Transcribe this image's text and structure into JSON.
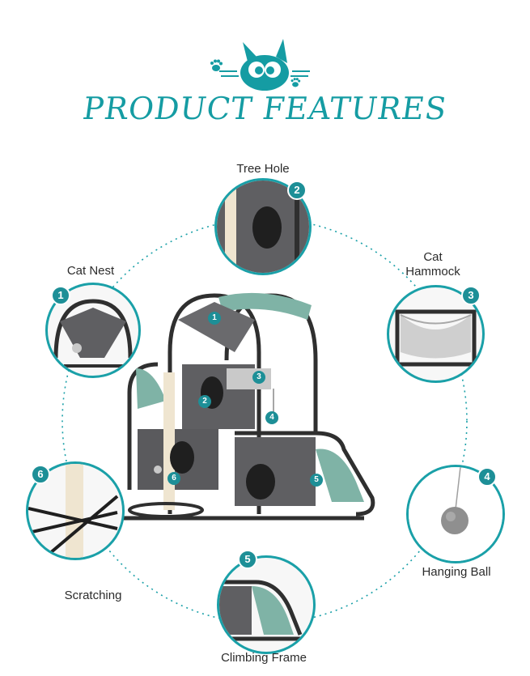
{
  "header": {
    "title": "PRODUCT FEATURES"
  },
  "features": [
    {
      "number": "1",
      "label": "Cat Nest"
    },
    {
      "number": "2",
      "label": "Tree Hole"
    },
    {
      "number": "3",
      "label_line1": "Cat",
      "label_line2": "Hammock"
    },
    {
      "number": "4",
      "label": "Hanging Ball"
    },
    {
      "number": "5",
      "label": "Climbing Frame"
    },
    {
      "number": "6",
      "label": "Scratching"
    }
  ],
  "colors": {
    "accent": "#1aa0a8",
    "frame": "#2f2f2f",
    "fabric_gray": "#5f5f62",
    "fabric_teal": "#7fb3a6"
  },
  "icons": [
    "cat-face-icon",
    "paw-print-icon"
  ]
}
